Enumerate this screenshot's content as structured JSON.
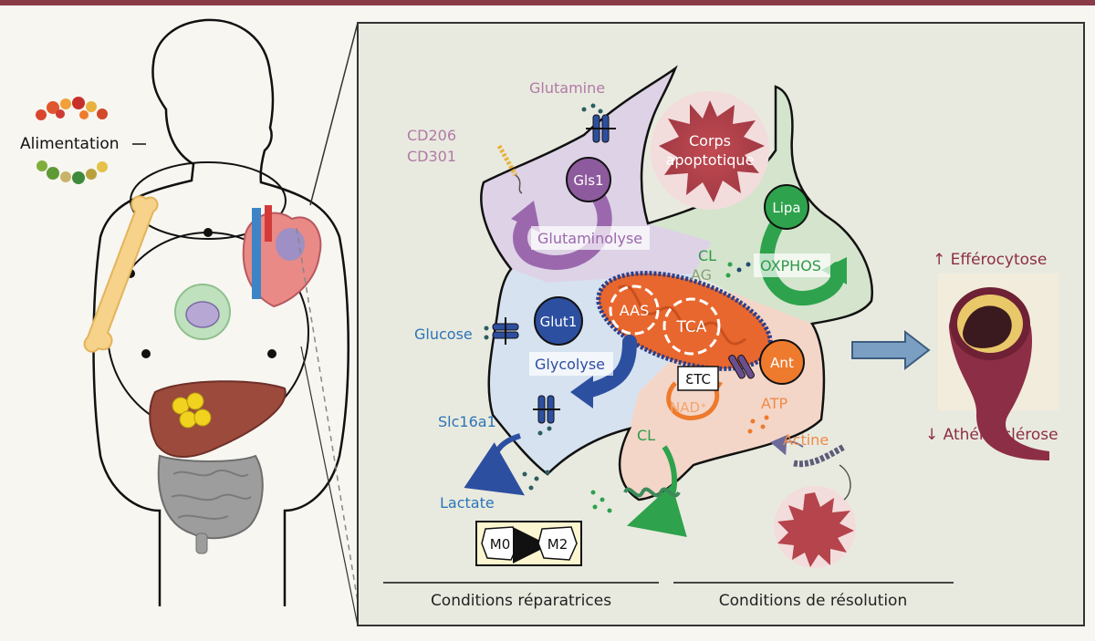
{
  "left": {
    "food_label": "Alimentation"
  },
  "panel": {
    "glutamine": "Glutamine",
    "cd206": "CD206",
    "cd301": "CD301",
    "corps_line1": "Corps",
    "corps_line2": "apoptotique",
    "gls1": "Gls1",
    "lipa": "Lipa",
    "glutaminolyse": "Glutaminolyse",
    "cl_top": "CL",
    "ag": "AG",
    "oxphos": "OXPHOS",
    "glucose": "Glucose",
    "glut1": "Glut1",
    "aas": "AAS",
    "tca": "TCA",
    "glycolyse": "Glycolyse",
    "etc": "ƐTC",
    "nad": "NAD⁺",
    "ant": "Ant",
    "atp": "ATP",
    "slc16a1": "Slc16a1",
    "cl_bottom": "CL",
    "actine": "Actine",
    "lactate": "Lactate",
    "m0": "M0",
    "m2": "M2",
    "cond_rep": "Conditions réparatrices",
    "cond_res": "Conditions de résolution"
  },
  "right": {
    "efferocytose": "↑ Efférocytose",
    "atherosclerose": "↓ Athérosclérose"
  },
  "colors": {
    "top_bar": "#8b3a48",
    "panel_bg": "#e9eadf",
    "purple_zone": "#ddd2e6",
    "green_zone": "#d4e4cd",
    "blue_zone": "#d6e2f0",
    "peach_zone": "#f3d6c8",
    "gls1": "#8e5a9e",
    "lipa": "#2ea24c",
    "glut1": "#2d4fa0",
    "ant": "#ee7a2d",
    "mito": "#e8672e",
    "apoptotic": "#b5444c",
    "glucose_text": "#2b74b8",
    "purple_text": "#b07aa6",
    "green_text": "#2f9a48",
    "orange_text": "#ee8a4a",
    "artery": "#8c2e45"
  }
}
